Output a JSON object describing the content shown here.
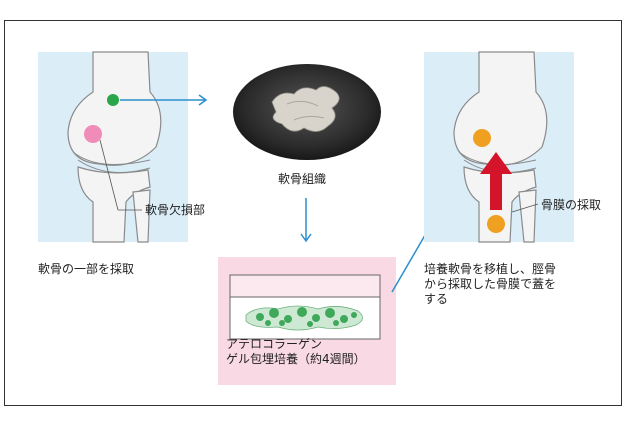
{
  "labels": {
    "defect": "軟骨欠損部",
    "harvest_part": "軟骨の一部を採取",
    "cartilage_tissue": "軟骨組織",
    "culture_line1": "アテロコラーゲン",
    "culture_line2": "ゲル包埋培養（約4週間）",
    "periosteum": "骨膜の採取",
    "transplant_line1": "培養軟骨を移植し、脛骨",
    "transplant_line2": "から採取した骨膜で蓋を",
    "transplant_line3": "する"
  },
  "colors": {
    "knee_bg": "#dbeef8",
    "culture_bg": "#f8d9e4",
    "harvest_dot": "#2aa64a",
    "defect_dot": "#f08cb8",
    "graft_dot": "#f0a020",
    "arrow_blue": "#2b8fcc",
    "arrow_red": "#d3142a",
    "cell_green": "#3fa85a"
  },
  "icons": {
    "flow_arrow_right": "arrow-right",
    "flow_arrow_down": "arrow-down",
    "transfer_arrow": "diagonal-arrow",
    "periosteum_arrow": "thick-red-arrow-up"
  }
}
